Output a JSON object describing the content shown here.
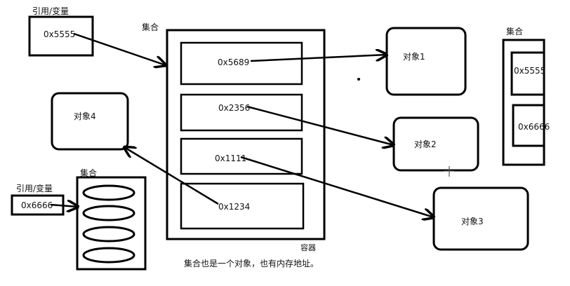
{
  "labels": {
    "ref_var_top": "引用/变量",
    "ref_var_bottom": "引用/变量",
    "set_main": "集合",
    "set_right": "集合",
    "set_bottom": "集合",
    "container": "容器",
    "caption": "集合也是一个对象，也有内存地址。"
  },
  "values": {
    "ref_top": "0x5555",
    "ref_bottom": "0x6666",
    "slot1": "0x5689",
    "slot2": "0x2356",
    "slot3": "0x1111",
    "slot4": "0x1234",
    "right_top": "0x5555",
    "right_bottom": "0x6666"
  },
  "objects": {
    "obj1": "对象1",
    "obj2": "对象2",
    "obj3": "对象3",
    "obj4": "对象4"
  },
  "colors": {
    "stroke": "#000000",
    "text": "#111111",
    "background": "#ffffff"
  }
}
